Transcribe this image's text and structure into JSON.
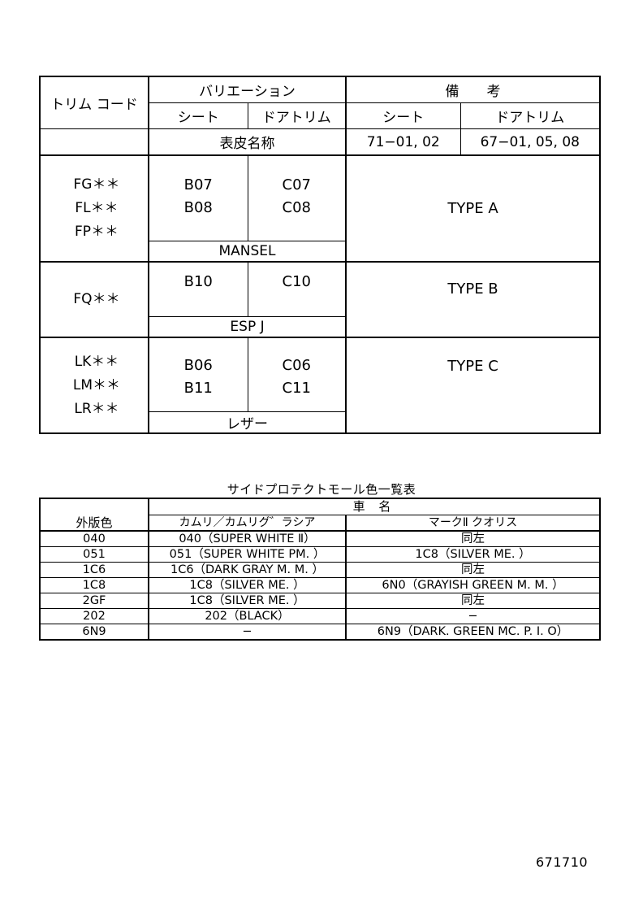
{
  "trim_table": {
    "header": {
      "trim_code": "トリム コード",
      "variation": "バリエーション",
      "remarks": "備　　考",
      "seat": "シート",
      "door_trim": "ドアトリム",
      "material_name": "表皮名称",
      "remarks_seat": "71−01, 02",
      "remarks_door_trim": "67−01, 05, 08"
    },
    "groups": [
      {
        "codes": [
          "FG＊＊",
          "FL＊＊",
          "FP＊＊"
        ],
        "seat": [
          "B07",
          "B08"
        ],
        "door_trim": [
          "C07",
          "C08"
        ],
        "material": "MANSEL",
        "type": "TYPE A"
      },
      {
        "codes": [
          "FQ＊＊"
        ],
        "seat": [
          "B10"
        ],
        "door_trim": [
          "C10"
        ],
        "material": "ESP J",
        "type": "TYPE B"
      },
      {
        "codes": [
          "LK＊＊",
          "LM＊＊",
          "LR＊＊"
        ],
        "seat": [
          "B06",
          "B11"
        ],
        "door_trim": [
          "C06",
          "C11"
        ],
        "material": "レザー",
        "type": "TYPE C"
      }
    ]
  },
  "mould_table": {
    "title": "サイドプロテクトモール色一覧表",
    "header": {
      "exterior_color": "外版色",
      "vehicle_name": "車 名",
      "col_camry": "カムリ／カムリグ゛ラシア",
      "col_mark2": "マークⅡ クオリス"
    },
    "rows": [
      {
        "exterior": "040",
        "camry": "040（SUPER WHITE Ⅱ）",
        "mark2": "同左"
      },
      {
        "exterior": "051",
        "camry": "051（SUPER WHITE PM. ）",
        "mark2": "1C8（SILVER ME. ）"
      },
      {
        "exterior": "1C6",
        "camry": "1C6（DARK GRAY M. M. ）",
        "mark2": "同左"
      },
      {
        "exterior": "1C8",
        "camry": "1C8（SILVER ME. ）",
        "mark2": "6N0（GRAYISH GREEN M. M. ）"
      },
      {
        "exterior": "2GF",
        "camry": "1C8（SILVER ME. ）",
        "mark2": "同左"
      },
      {
        "exterior": "202",
        "camry": "202（BLACK）",
        "mark2": "−"
      },
      {
        "exterior": "6N9",
        "camry": "−",
        "mark2": "6N9（DARK.  GREEN MC. P. I. O）"
      }
    ]
  },
  "document_number": "671710"
}
